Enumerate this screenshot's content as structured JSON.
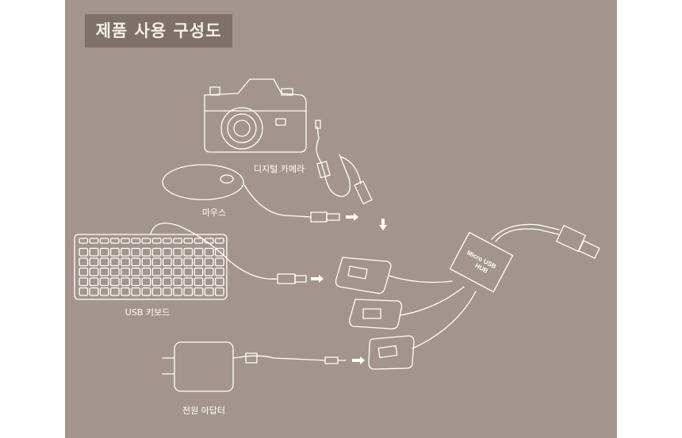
{
  "title": "제품 사용 구성도",
  "devices": {
    "camera": "디지털 카메라",
    "mouse": "마우스",
    "keyboard": "USB 키보드",
    "adapter": "전원 아답터"
  },
  "hub": {
    "line1": "Micro USB",
    "line2": "HUB"
  },
  "colors": {
    "background": "#a3958d",
    "title_box": "#7f706a",
    "line": "#ffffff"
  }
}
